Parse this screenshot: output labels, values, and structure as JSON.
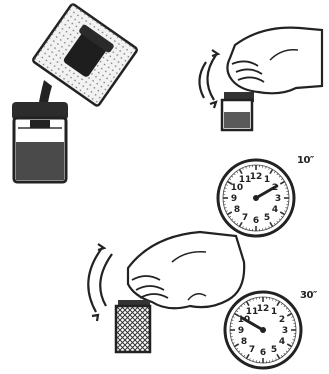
{
  "steps": [
    {
      "name": "pour-packet"
    },
    {
      "name": "swirl-small-cup"
    },
    {
      "name": "wait-first"
    },
    {
      "name": "swirl-mesh-cup"
    },
    {
      "name": "wait-second"
    }
  ],
  "clocks": [
    {
      "time_label": "10″",
      "hour_hand_deg": 60,
      "minute_hand_deg": 60
    },
    {
      "time_label": "30″",
      "hour_hand_deg": 300,
      "minute_hand_deg": 300
    }
  ],
  "clock_numerals": [
    "12",
    "3",
    "6",
    "9",
    "1",
    "2",
    "4",
    "5",
    "7",
    "8",
    "10",
    "11"
  ],
  "colors": {
    "ink": "#222222",
    "liquid_dark": "#3a3a3a",
    "liquid_mid": "#7a7a7a",
    "paper": "#ffffff"
  }
}
